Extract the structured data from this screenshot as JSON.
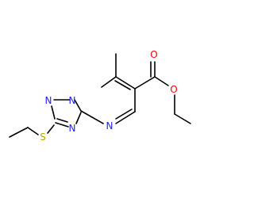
{
  "molecule": {
    "colors": {
      "bond": "#000000",
      "nitrogen": "#2020ff",
      "oxygen": "#ff0000",
      "sulfur": "#b8a800",
      "background": "#ffffff"
    },
    "atoms": {
      "n1": "N",
      "n2": "N",
      "n3": "N",
      "n4": "N",
      "s": "S",
      "o_carbonyl": "O",
      "o_ester": "O"
    }
  }
}
